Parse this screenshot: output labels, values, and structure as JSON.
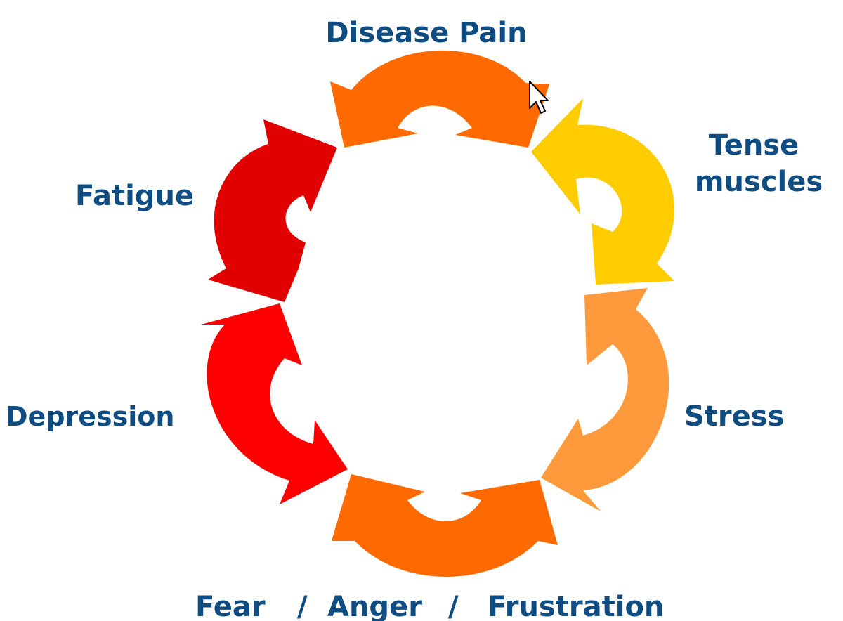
{
  "labels": {
    "disease_pain": "Disease Pain",
    "tense_line1": "Tense",
    "tense_line2": "muscles",
    "stress": "Stress",
    "fear": "Fear",
    "sep1": "/",
    "anger": "Anger",
    "sep2": "/",
    "frustration": "Frustration",
    "depression": "Depression",
    "fatigue": "Fatigue"
  },
  "colors": {
    "text": "#0f4c81",
    "disease_pain_arrow": "#ff6a00",
    "tense_muscles_arrow": "#ffcc00",
    "stress_arrow": "#ff9a3c",
    "fear_anger_frustration_arrow": "#ff6a00",
    "depression_arrow": "#ff0000",
    "fatigue_arrow": "#e00000"
  }
}
